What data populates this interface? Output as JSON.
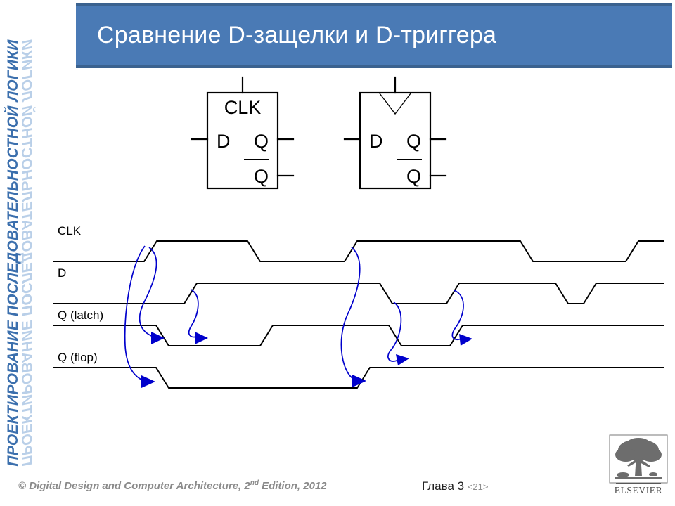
{
  "slide": {
    "title": "Сравнение D-защелки и D-триггера",
    "title_bar_color": "#4a7ab5",
    "title_bar_border_color": "#3b628f",
    "title_text_color": "#ffffff"
  },
  "side_banner": {
    "text": "ПРОЕКТИРОВАНИЕ ПОСЛЕДОВАТЕЛЬНОСТНОЙ ЛОГИКИ",
    "color": "#3b6fad",
    "ghost_color": "#b9cfe8"
  },
  "symbols": [
    {
      "name": "d-latch",
      "clk_label": "CLK",
      "d_label": "D",
      "q_label": "Q",
      "qbar_label": "Q",
      "edge_triggered": false
    },
    {
      "name": "d-flip-flop",
      "clk_label": "",
      "d_label": "D",
      "q_label": "Q",
      "qbar_label": "Q",
      "edge_triggered": true
    }
  ],
  "timing_diagram": {
    "signal_color": "#000000",
    "arrow_color": "#0000cc",
    "signals": [
      {
        "label": "CLK",
        "name": "clk-waveform"
      },
      {
        "label": "D",
        "name": "d-waveform"
      },
      {
        "label": "Q (latch)",
        "name": "q-latch-waveform"
      },
      {
        "label": "Q (flop)",
        "name": "q-flop-waveform"
      }
    ]
  },
  "footer": {
    "copyright_prefix": "© Digital Design and Computer Architecture, 2",
    "copyright_sup": "nd",
    "copyright_suffix": " Edition, 2012",
    "chapter": "Глава 3",
    "page": "<21>",
    "logo_wordmark": "ELSEVIER"
  }
}
